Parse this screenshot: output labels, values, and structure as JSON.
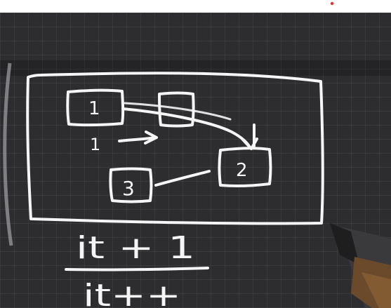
{
  "app": {
    "record_indicator_color": "#e5322d",
    "ink_color": "#f5f5f5",
    "board_color": "#2d2d30"
  },
  "sketch": {
    "node_labels": [
      "1",
      "2",
      "3"
    ],
    "iteration_label": "1",
    "formula_numerator": "it + 1",
    "formula_denominator": "it++"
  }
}
